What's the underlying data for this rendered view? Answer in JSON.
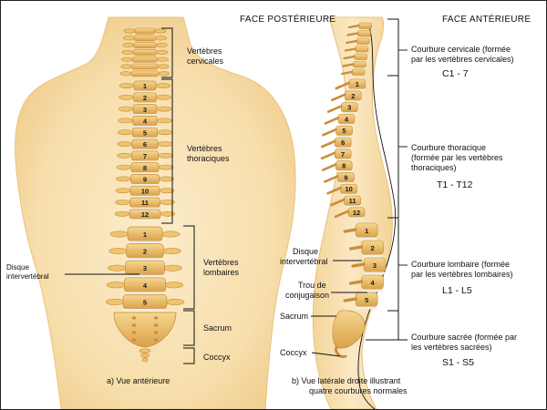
{
  "headers": {
    "posterior": "FACE POSTÉRIEURE",
    "anterior": "FACE ANTÉRIEURE"
  },
  "left_view": {
    "caption": "a) Vue antérieure",
    "regions": {
      "cervical": [
        "Vertèbres",
        "cervicales"
      ],
      "thoracic": [
        "Vertèbres",
        "thoraciques"
      ],
      "lumbar": [
        "Vertèbres",
        "lombaires"
      ],
      "sacrum": "Sacrum",
      "coccyx": "Coccyx"
    },
    "disc_label": [
      "Disque",
      "intervertébral"
    ],
    "thoracic_numbers": [
      "1",
      "2",
      "3",
      "4",
      "5",
      "6",
      "7",
      "8",
      "9",
      "10",
      "11",
      "12"
    ],
    "lumbar_numbers": [
      "1",
      "2",
      "3",
      "4",
      "5"
    ]
  },
  "right_view": {
    "caption": [
      "b) Vue latérale droite illustrant",
      "quatre courbures normales"
    ],
    "curves": {
      "cervical": {
        "text": [
          "Courbure cervicale (formée",
          "par les vertèbres cervicales)"
        ],
        "range": "C1 - 7"
      },
      "thoracic": {
        "text": [
          "Courbure thoracique",
          "(formée par les vertèbres",
          "thoraciques)"
        ],
        "range": "T1 - T12"
      },
      "lumbar": {
        "text": [
          "Courbure lombaire (formée",
          "par les vertèbres lombaires)"
        ],
        "range": "L1 - L5"
      },
      "sacral": {
        "text": [
          "Courbure sacrée (formée par",
          "les vertèbres sacrées)"
        ],
        "range": "S1 - S5"
      }
    },
    "side_labels": {
      "disc": [
        "Disque",
        "intervertébral"
      ],
      "foramen": [
        "Trou de",
        "conjugaison"
      ],
      "sacrum": "Sacrum",
      "coccyx": "Coccyx"
    },
    "thoracic_numbers": [
      "1",
      "2",
      "3",
      "4",
      "5",
      "6",
      "7",
      "8",
      "9",
      "10",
      "11",
      "12"
    ],
    "lumbar_numbers": [
      "1",
      "2",
      "3",
      "4",
      "5"
    ]
  },
  "colors": {
    "skin": "#f7deab",
    "skin_edge": "#eecb86",
    "bone": "#efc46e",
    "bone_dark": "#c98d3a",
    "disc": "#f2efe6"
  }
}
